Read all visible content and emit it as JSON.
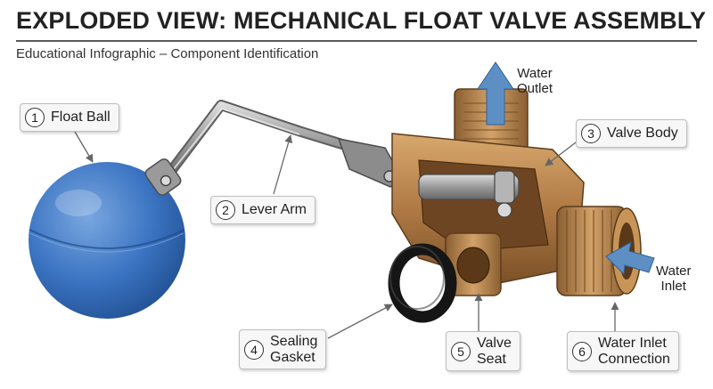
{
  "header": {
    "title": "EXPLODED VIEW: MECHANICAL FLOAT VALVE ASSEMBLY",
    "subtitle": "Educational Infographic – Component Identification"
  },
  "callouts": [
    {
      "number": "1",
      "label": "Float Ball"
    },
    {
      "number": "2",
      "label": "Lever Arm"
    },
    {
      "number": "3",
      "label": "Valve Body"
    },
    {
      "number": "4",
      "label": "Sealing\nGasket"
    },
    {
      "number": "5",
      "label": "Valve\nSeat"
    },
    {
      "number": "6",
      "label": "Water Inlet\nConnection"
    }
  ],
  "flow_labels": {
    "outlet": "Water\nOutlet",
    "inlet": "Water\nInlet"
  },
  "colors": {
    "float_ball": "#3b74c2",
    "brass": "#b07a45",
    "brass_dark": "#7a5127",
    "steel": "#9a9a9a",
    "gasket": "#151515",
    "flow_arrow": "#5d8fc4",
    "callout_border": "#bdbdbd"
  }
}
